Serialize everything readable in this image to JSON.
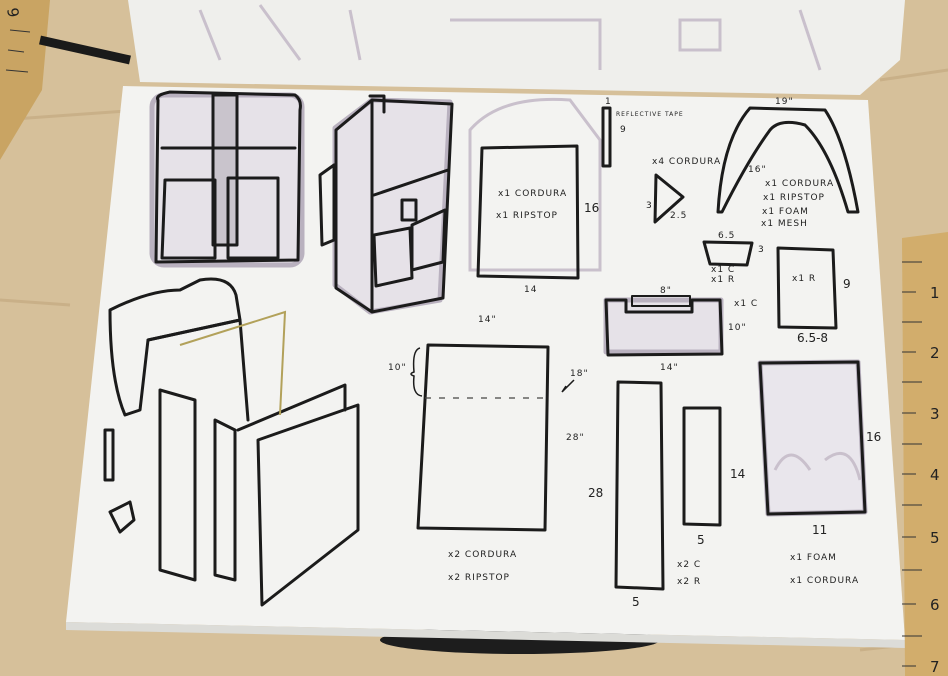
{
  "rulers": {
    "left": [
      "9"
    ],
    "right": [
      "1",
      "2",
      "3",
      "4",
      "5",
      "6",
      "7"
    ]
  },
  "sketch": {
    "reflective_tape": {
      "label": "REFLECTIVE TAPE",
      "width": "1",
      "length": "9"
    },
    "triangle": {
      "qty": "x4 CORDURA",
      "side_a": "3",
      "side_b": "2.5"
    },
    "strap": {
      "top": "19\"",
      "side": "16\"",
      "materials": [
        "x1 CORDURA",
        "x1 RIPSTOP",
        "x1 FOAM",
        "x1 MESH"
      ]
    },
    "small_pocket": {
      "top": "6.5",
      "side": "3",
      "materials": [
        "x1 C",
        "x1 R"
      ]
    },
    "right_panel": {
      "label": "x1 R",
      "side": "9",
      "bottom": "6.5-8"
    },
    "zip_panel": {
      "zip": "8\"",
      "label": "x1 C",
      "side": "10\"",
      "bottom": "14\""
    },
    "back_panel": {
      "materials": [
        "x1 CORDURA",
        "x1 RIPSTOP"
      ],
      "side": "16",
      "bottom": "14"
    },
    "main_panel": {
      "top": "14\"",
      "flap": "10\"",
      "fold": "18\"",
      "side": "28\"",
      "materials": [
        "x2 CORDURA",
        "x2 RIPSTOP"
      ]
    },
    "long_strip": {
      "side": "28",
      "bottom": "5"
    },
    "short_strip": {
      "side": "14",
      "bottom": "5",
      "materials": [
        "x2 C",
        "x2 R"
      ]
    },
    "foam_panel": {
      "side": "16",
      "bottom": "11",
      "materials": [
        "x1 FOAM",
        "x1 CORDURA"
      ]
    }
  }
}
